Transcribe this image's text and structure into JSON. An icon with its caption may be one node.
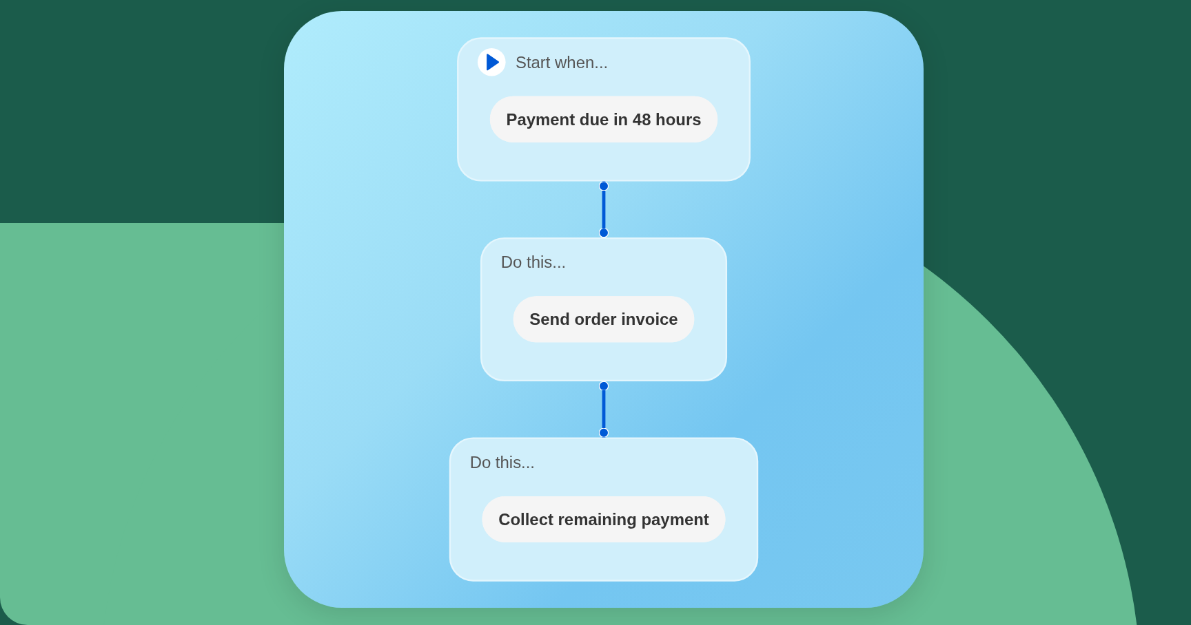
{
  "diagram": {
    "nodes": [
      {
        "text": [
          "Start when..."
        ]
      },
      {
        "text": [
          "Payment due in 48 hours"
        ],
        "in": 0
      },
      {
        "text": [
          "Do this..."
        ]
      },
      {
        "text": [
          "Send order invoice"
        ],
        "in": 2
      },
      {
        "text": [
          "Do this..."
        ]
      },
      {
        "text": [
          "Collect remaining payment"
        ],
        "in": 4
      }
    ],
    "edges": [
      {
        "from": 0,
        "to": 2,
        "arrow": "other"
      },
      {
        "from": 2,
        "to": 4,
        "arrow": "other"
      }
    ]
  }
}
